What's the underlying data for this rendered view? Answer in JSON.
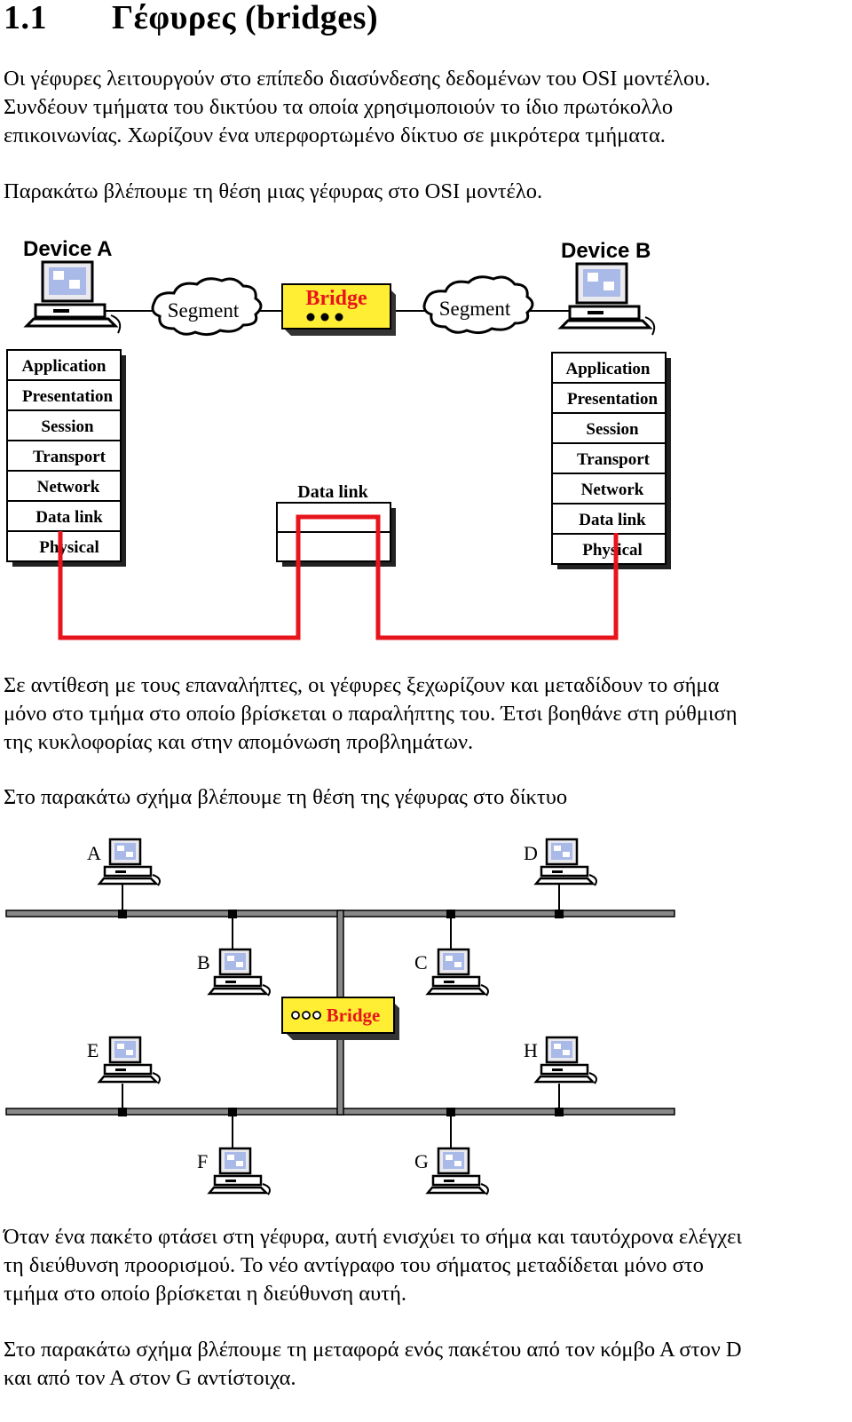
{
  "heading": {
    "number": "1.1",
    "title": "Γέφυρες (bridges)"
  },
  "paragraphs": {
    "p1": [
      "Οι γέφυρες λειτουργούν στο επίπεδο διασύνδεσης δεδομένων του OSI μοντέλου.",
      "Συνδέουν τμήματα του δικτύου τα οποία χρησιμοποιούν το ίδιο πρωτόκολλο",
      "επικοινωνίας. Χωρίζουν ένα υπερφορτωμένο δίκτυο σε μικρότερα τμήματα."
    ],
    "p2": [
      "Παρακάτω βλέπουμε τη θέση μιας γέφυρας στο OSI μοντέλο."
    ],
    "p3": [
      "Σε αντίθεση με τους επαναλήπτες, οι γέφυρες ξεχωρίζουν και μεταδίδουν το σήμα",
      "μόνο στο τμήμα στο οποίο βρίσκεται ο παραλήπτης του. Έτσι βοηθάνε στη ρύθμιση",
      "της κυκλοφορίας και στην απομόνωση προβλημάτων."
    ],
    "p4": [
      "Στο παρακάτω σχήμα βλέπουμε τη θέση της γέφυρας στο δίκτυο"
    ],
    "p5": [
      "Όταν ένα πακέτο φτάσει στη γέφυρα, αυτή ενισχύει το σήμα και ταυτόχρονα ελέγχει",
      "τη διεύθυνση προορισμού. Το νέο αντίγραφο του σήματος μεταδίδεται μόνο στο",
      "τμήμα στο οποίο βρίσκεται η διεύθυνση αυτή."
    ],
    "p6": [
      "Στο παρακάτω σχήμα βλέπουμε τη μεταφορά ενός πακέτου από τον κόμβο Α στον D",
      "και από τον Α στον G αντίστοιχα."
    ]
  },
  "osi_figure": {
    "device_a": "Device A",
    "device_b": "Device B",
    "segment_left": "Segment",
    "segment_right": "Segment",
    "bridge": "Bridge",
    "bridge_layer": "Data link",
    "layers": [
      "Application",
      "Presentation",
      "Session",
      "Transport",
      "Network",
      "Data link",
      "Physical"
    ],
    "colors": {
      "bridge_fill": "#ffee33",
      "bridge_text": "#e8141c",
      "path": "#e8141c"
    }
  },
  "network_figure": {
    "bridge": "Bridge",
    "nodes": [
      "A",
      "B",
      "C",
      "D",
      "E",
      "F",
      "G",
      "H"
    ]
  }
}
